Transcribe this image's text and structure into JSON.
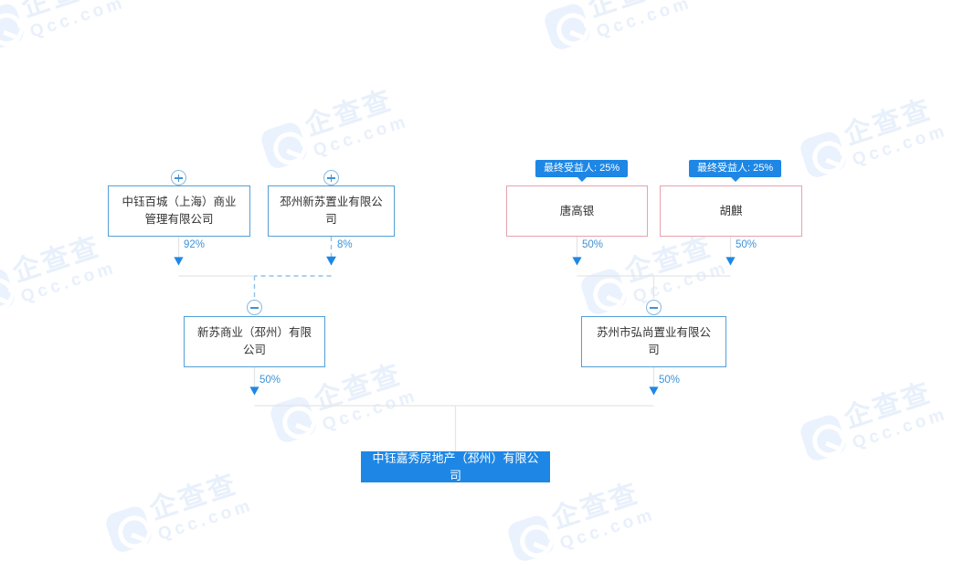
{
  "diagram": {
    "type": "ownership-structure-tree",
    "watermark": {
      "cn": "企查查",
      "en": "Qcc.com"
    },
    "nodes": [
      {
        "id": "n-zhongyu-baicheng",
        "label": "中钰百城（上海）商业管理有限公司",
        "kind": "company",
        "toggle": "plus"
      },
      {
        "id": "n-pizhou-xinsu",
        "label": "邳州新苏置业有限公司",
        "kind": "company",
        "toggle": "plus"
      },
      {
        "id": "n-tang-gaoyin",
        "label": "唐高银",
        "kind": "person",
        "badge": "最终受益人: 25%"
      },
      {
        "id": "n-hu-qi",
        "label": "胡麒",
        "kind": "person",
        "badge": "最终受益人: 25%"
      },
      {
        "id": "n-xinsu-shangye",
        "label": "新苏商业（邳州）有限公司",
        "kind": "company",
        "toggle": "minus"
      },
      {
        "id": "n-hongshang",
        "label": "苏州市弘尚置业有限公司",
        "kind": "company",
        "toggle": "minus"
      },
      {
        "id": "n-root",
        "label": "中钰嘉秀房地产（邳州）有限公司",
        "kind": "root"
      }
    ],
    "edges": [
      {
        "from": "n-zhongyu-baicheng",
        "to": "n-xinsu-shangye",
        "label": "92%",
        "style": "solid"
      },
      {
        "from": "n-pizhou-xinsu",
        "to": "n-xinsu-shangye",
        "label": "8%",
        "style": "dashed"
      },
      {
        "from": "n-tang-gaoyin",
        "to": "n-hongshang",
        "label": "50%",
        "style": "solid"
      },
      {
        "from": "n-hu-qi",
        "to": "n-hongshang",
        "label": "50%",
        "style": "solid"
      },
      {
        "from": "n-xinsu-shangye",
        "to": "n-root",
        "label": "50%",
        "style": "solid"
      },
      {
        "from": "n-hongshang",
        "to": "n-root",
        "label": "50%",
        "style": "solid"
      }
    ],
    "colors": {
      "company_border": "#539fd6",
      "person_border": "#e6a3ad",
      "root_fill": "#1e87e5",
      "badge_fill": "#1e87e5",
      "edge_line": "#e3e5e7",
      "edge_dashed": "#8fc2e8",
      "arrow": "#1e87e5",
      "label_text": "#3e92d8",
      "background": "#ffffff"
    }
  }
}
